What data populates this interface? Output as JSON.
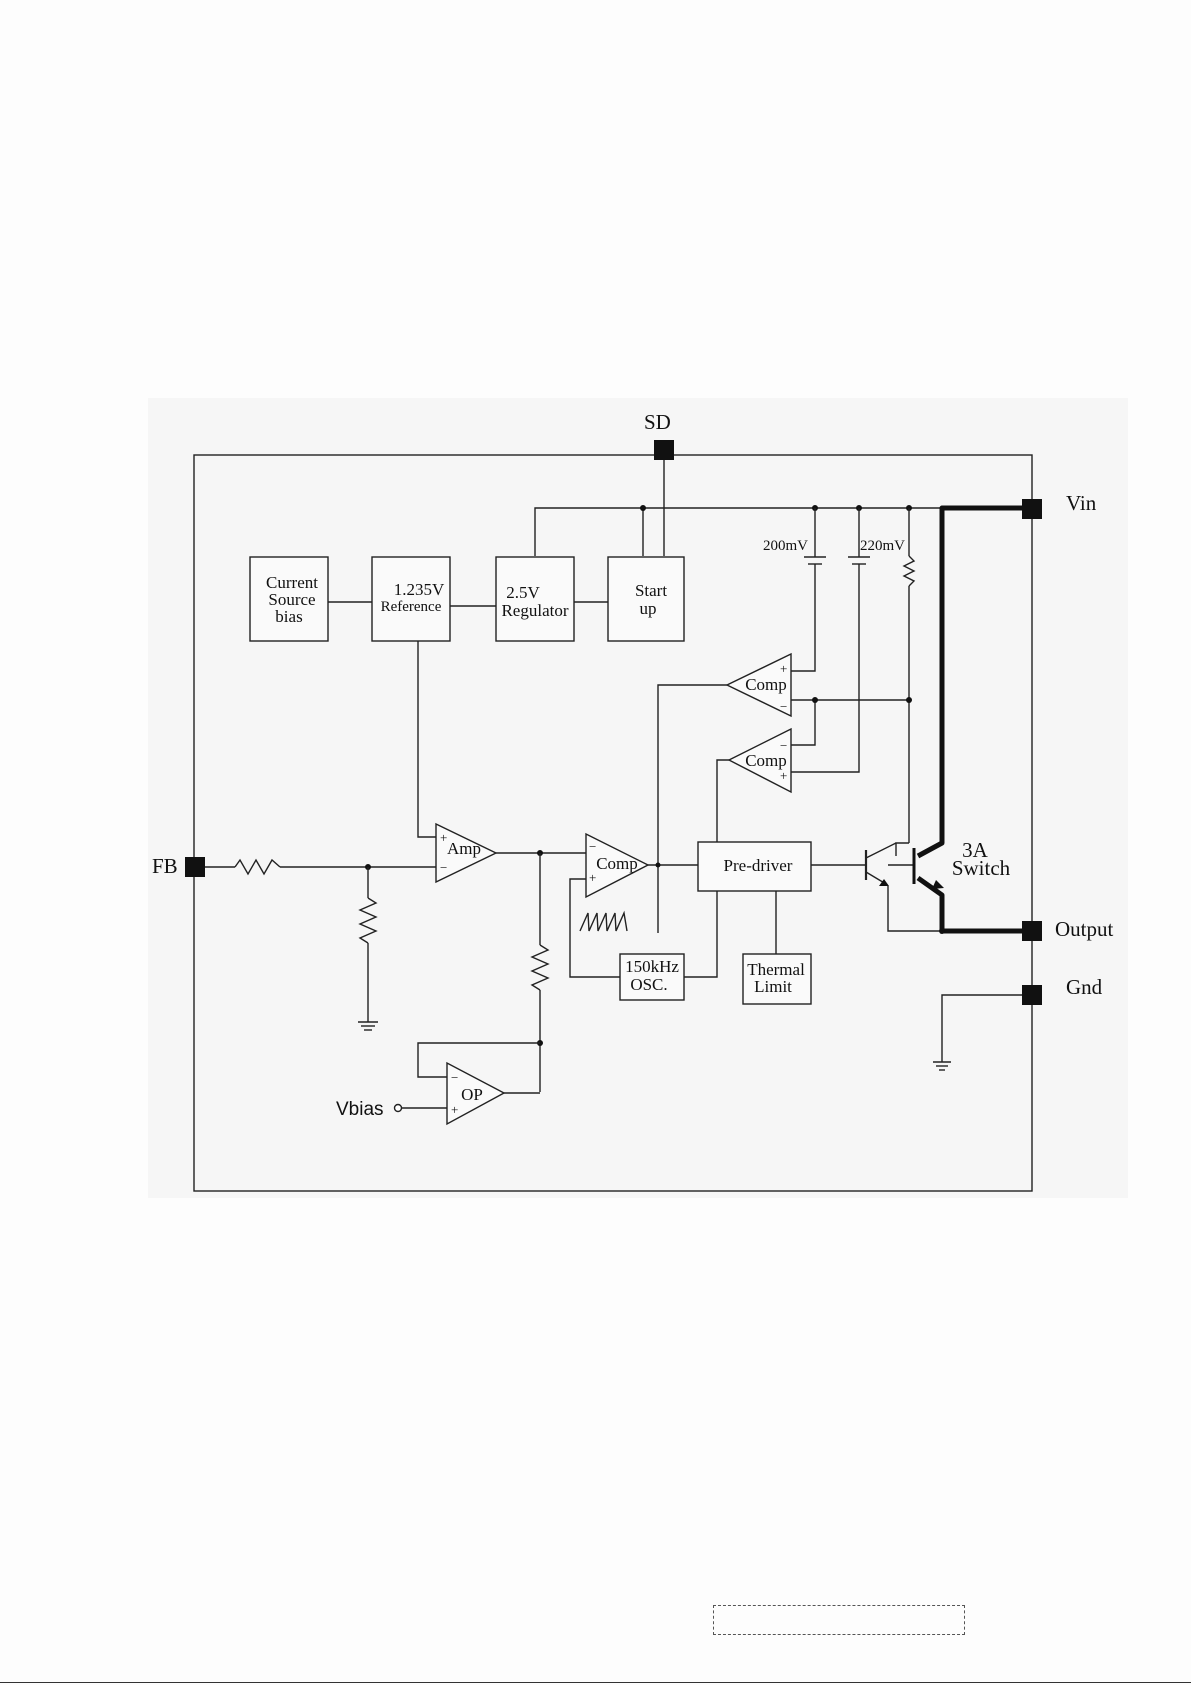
{
  "diagram": {
    "pins": {
      "sd": "SD",
      "vin": "Vin",
      "fb": "FB",
      "output": "Output",
      "gnd": "Gnd",
      "vbias": "Vbias"
    },
    "blocks": {
      "current_source": [
        "Current",
        "Source",
        "bias"
      ],
      "reference": [
        "1.235V",
        "Reference"
      ],
      "regulator": [
        "2.5V",
        "Regulator"
      ],
      "startup": [
        "Start",
        "up"
      ],
      "predriver": "Pre-driver",
      "thermal": [
        "Thermal",
        "Limit"
      ],
      "osc": [
        "150kHz",
        "OSC."
      ]
    },
    "amplifiers": {
      "amp": "Amp",
      "comp_main": "Comp",
      "comp_upper": "Comp",
      "comp_lower": "Comp",
      "op": "OP"
    },
    "signs": {
      "plus": "+",
      "minus": "−"
    },
    "voltage_labels": {
      "v200": "200mV",
      "v220": "220mV"
    },
    "switch_label": [
      "3A",
      "Switch"
    ]
  }
}
